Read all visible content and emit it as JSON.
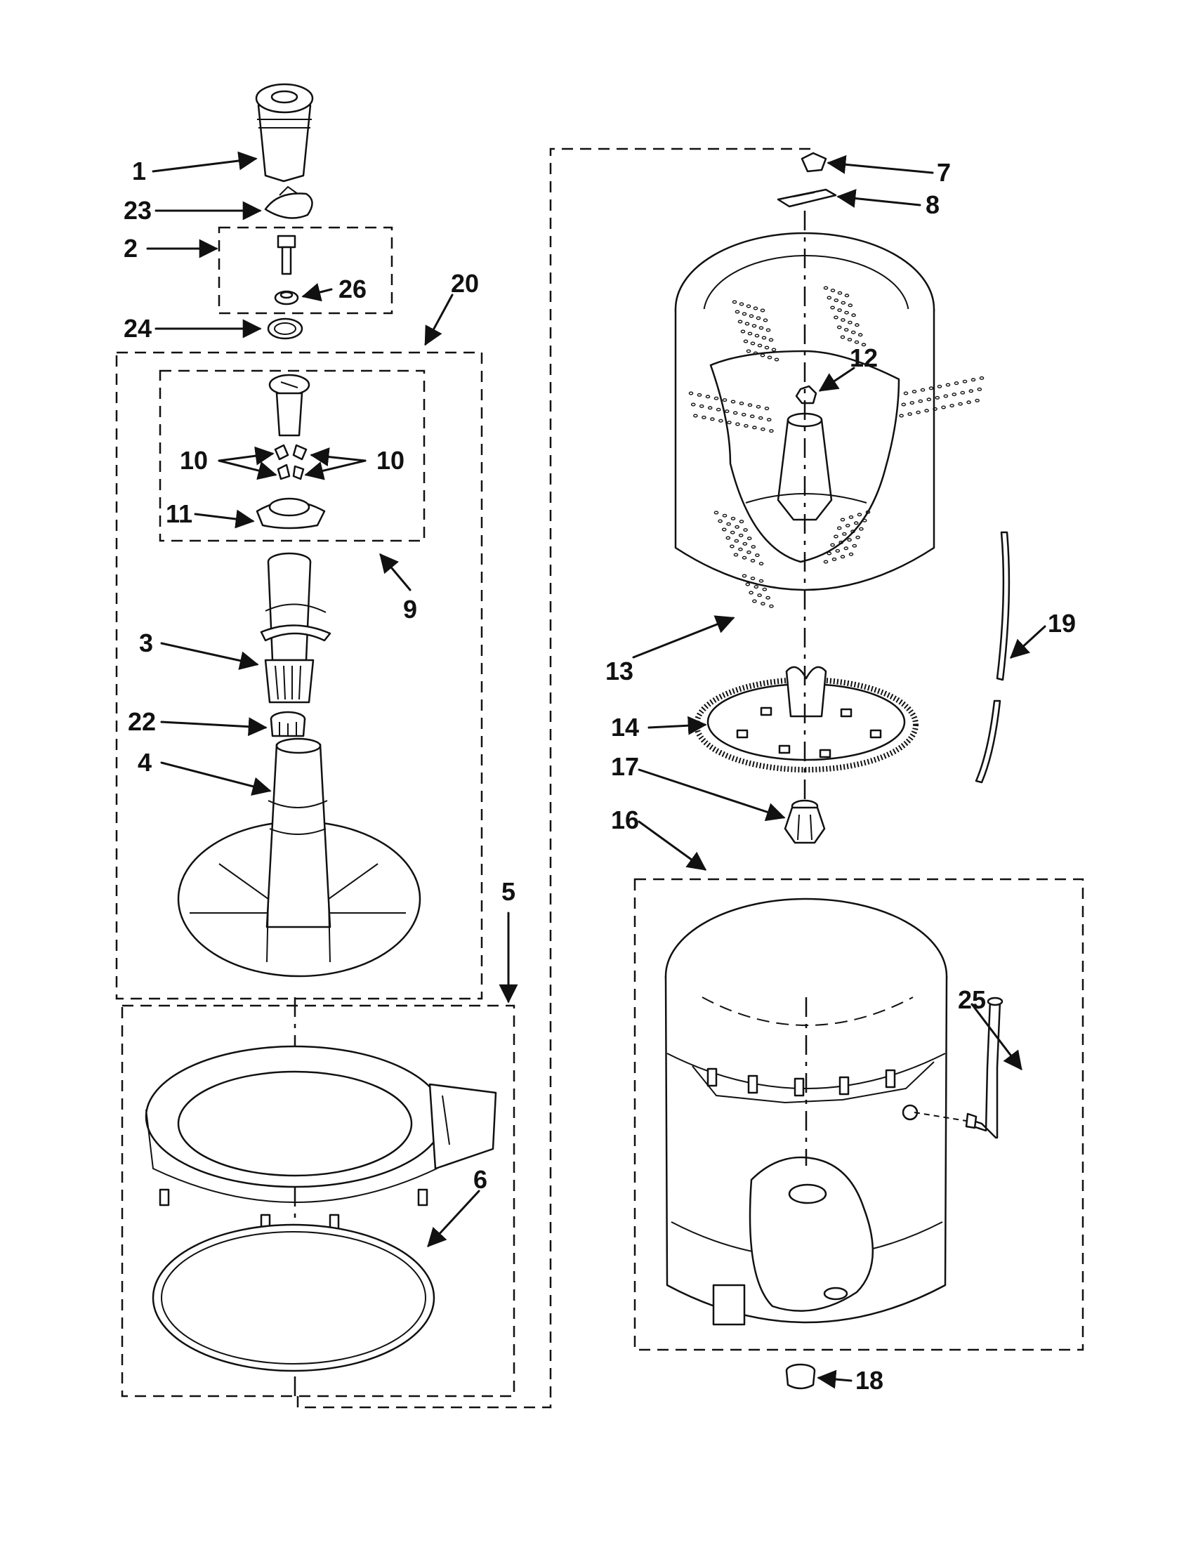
{
  "callouts": {
    "c1": "1",
    "c2": "2",
    "c3": "3",
    "c4": "4",
    "c5": "5",
    "c6": "6",
    "c7": "7",
    "c8": "8",
    "c9": "9",
    "c10a": "10",
    "c10b": "10",
    "c11": "11",
    "c12": "12",
    "c13": "13",
    "c14": "14",
    "c16": "16",
    "c17": "17",
    "c18": "18",
    "c19": "19",
    "c20": "20",
    "c22": "22",
    "c23": "23",
    "c24": "24",
    "c25": "25",
    "c26": "26"
  }
}
